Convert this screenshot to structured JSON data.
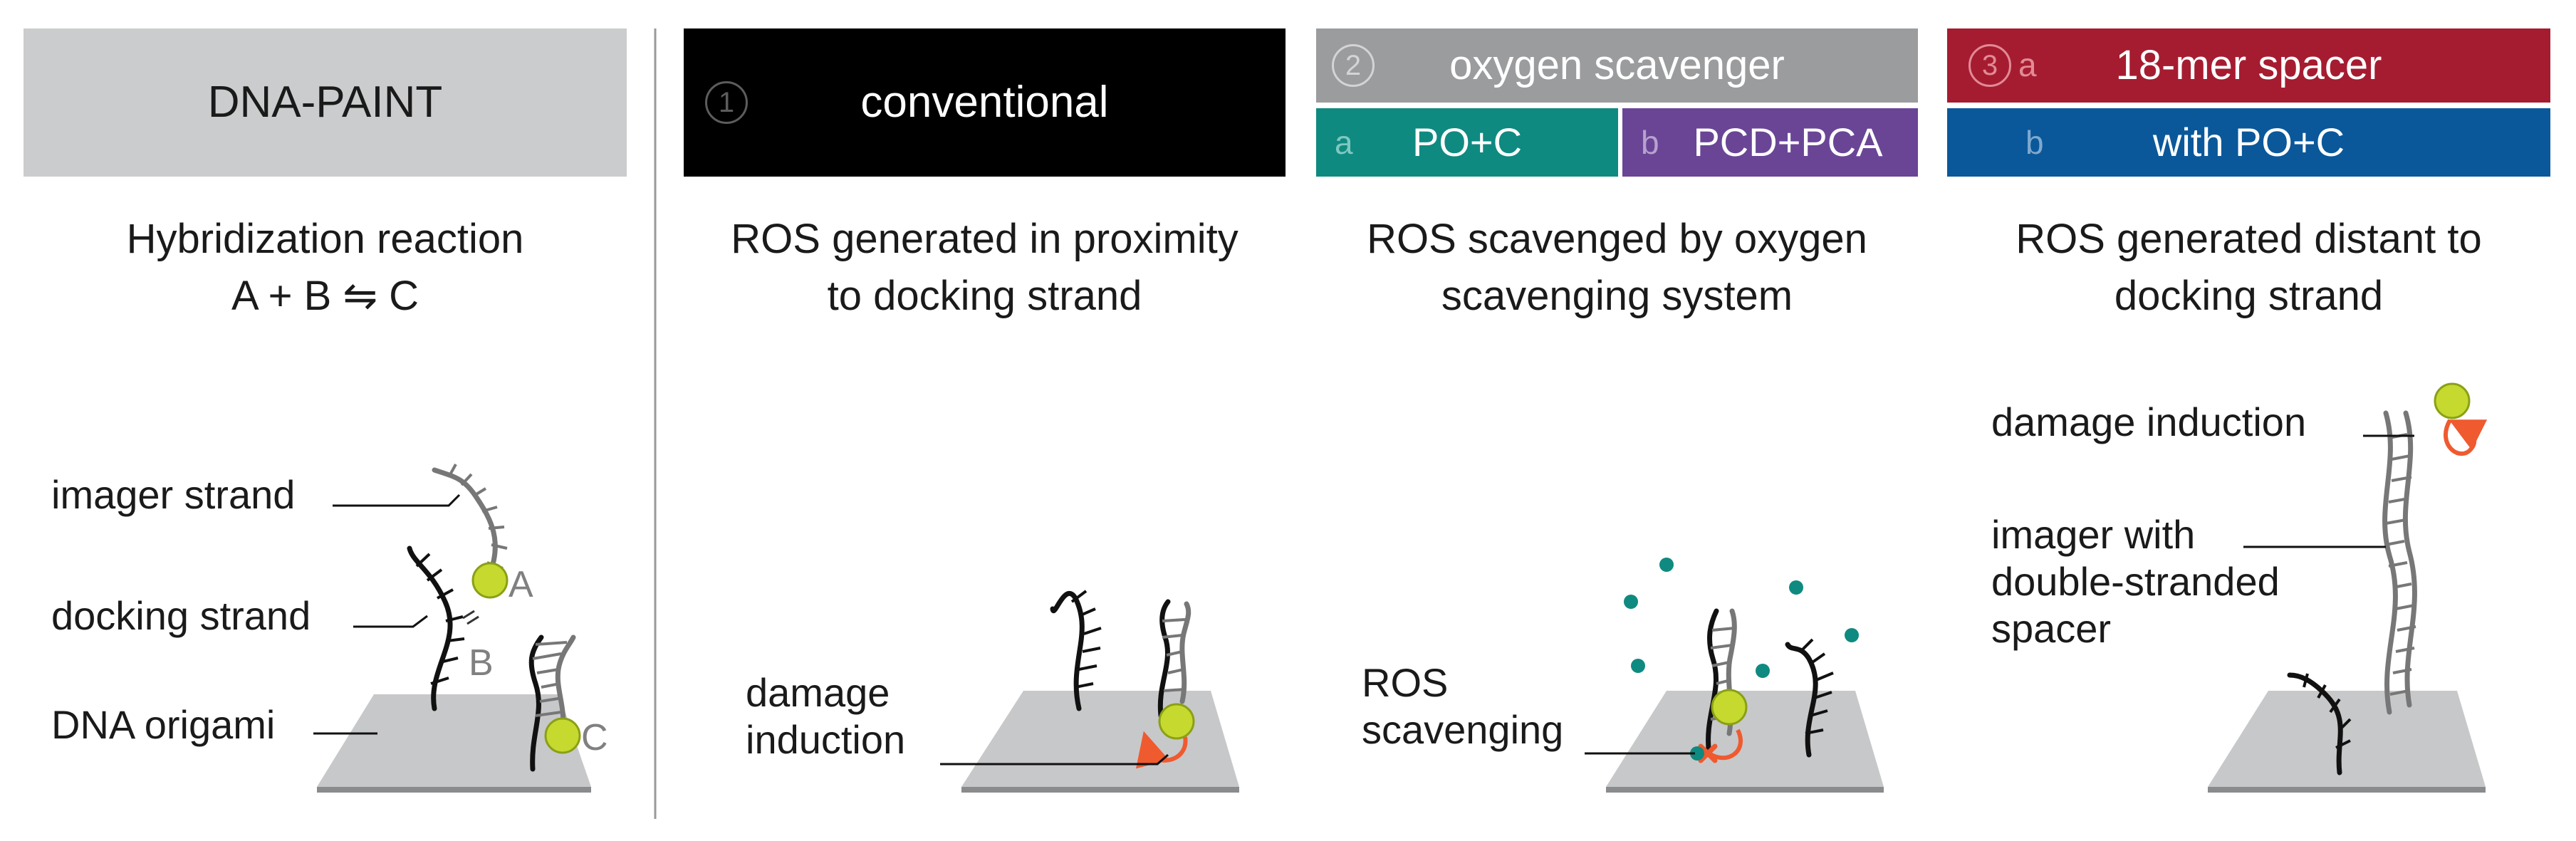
{
  "panel0": {
    "header": "DNA-PAINT",
    "desc_lines": [
      "Hybridization reaction",
      "A + B ⇋ C"
    ],
    "labels": {
      "imager_strand": "imager strand",
      "docking_strand": "docking strand",
      "dna_origami": "DNA origami"
    },
    "letters": {
      "a": "A",
      "b": "B",
      "c": "C"
    }
  },
  "panel1": {
    "number": "1",
    "header": "conventional",
    "desc_lines": [
      "ROS generated in proximity",
      "to docking strand"
    ],
    "label_lines": [
      "damage",
      "induction"
    ]
  },
  "panel2": {
    "number": "2",
    "header": "oxygen scavenger",
    "sub_a_letter": "a",
    "sub_a": "PO+C",
    "sub_b_letter": "b",
    "sub_b": "PCD+PCA",
    "desc_lines": [
      "ROS scavenged by oxygen",
      "scavenging system"
    ],
    "label_lines": [
      "ROS",
      "scavenging"
    ]
  },
  "panel3": {
    "number": "3",
    "header_letter": "a",
    "header": "18-mer spacer",
    "sub_letter": "b",
    "sub": "with PO+C",
    "desc_lines": [
      "ROS generated distant to",
      "docking strand"
    ],
    "label_damage": "damage induction",
    "label_imager_lines": [
      "imager with",
      "double-stranded",
      "spacer"
    ]
  },
  "colors": {
    "gray_header": "#cbcccd",
    "black_header": "#000000",
    "scavenger_gray": "#9b9c9e",
    "teal": "#0f8a80",
    "purple": "#6a4596",
    "red": "#a51c30",
    "blue": "#0a589a",
    "dye": "#c5d92f",
    "arrow": "#ef5a2f",
    "origami": "#c7c8ca"
  }
}
